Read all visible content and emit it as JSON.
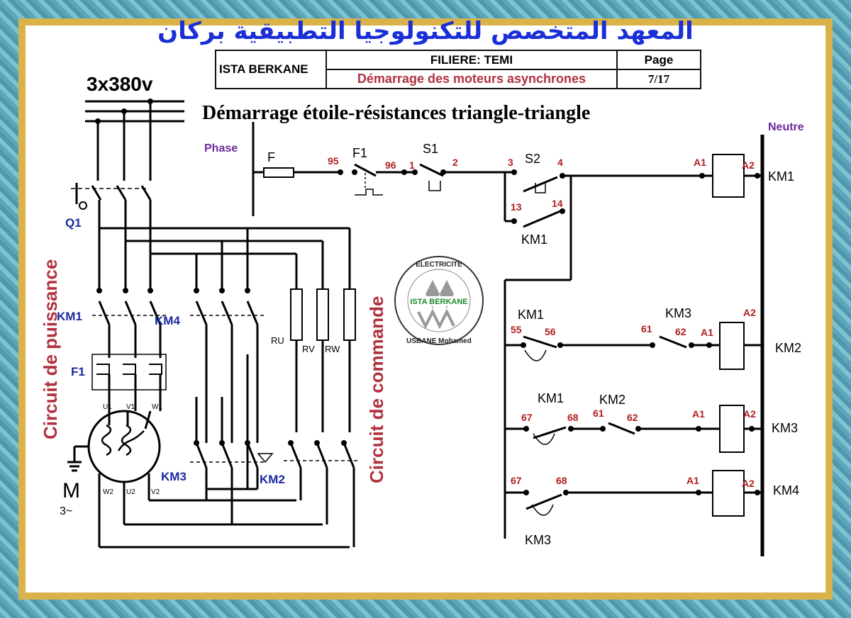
{
  "header": {
    "arabic_title": "المعهد المتخصص للتكنولوجيا التطبيقية بركان",
    "institute": "ISTA BERKANE",
    "filiere": "FILIERE: TEMI",
    "subject": "Démarrage des moteurs asynchrones",
    "page_label": "Page",
    "page_number": "7/17"
  },
  "diagram_title": "Démarrage étoile-résistances triangle-triangle",
  "supply": "3x380v",
  "phase_label": "Phase",
  "neutre_label": "Neutre",
  "power_side": {
    "section_label": "Circuit de puissance",
    "q1": "Q1",
    "km1": "KM1",
    "km4": "KM4",
    "f1": "F1",
    "km3": "KM3",
    "km2": "KM2",
    "u1": "U1",
    "v1": "V1",
    "w1": "W1",
    "w2": "W2",
    "u2": "U2",
    "v2": "V2",
    "ru": "RU",
    "rv": "RV",
    "rw": "RW",
    "motor": "M",
    "motor_sub": "3~"
  },
  "command_side": {
    "section_label": "Circuit de commande",
    "f": "F",
    "f1": "F1",
    "s1": "S1",
    "s2": "S2",
    "n95": "95",
    "n96": "96",
    "n1": "1",
    "n2": "2",
    "n3": "3",
    "n4": "4",
    "n13": "13",
    "n14": "14",
    "a1": "A1",
    "a2": "A2",
    "coil_km1": "KM1",
    "coil_km2": "KM2",
    "coil_km3": "KM3",
    "coil_km4": "KM4",
    "contact_km1_hold": "KM1",
    "r2_km1": "KM1",
    "r2_n55": "55",
    "r2_n56": "56",
    "r2_km3": "KM3",
    "r2_n61": "61",
    "r2_n62": "62",
    "r3_km1": "KM1",
    "r3_n67": "67",
    "r3_n68": "68",
    "r3_km2": "KM2",
    "r3_n61": "61",
    "r3_n62": "62",
    "r4_n67": "67",
    "r4_n68": "68",
    "r4_km3": "KM3"
  },
  "logo": {
    "ring_top": "ELECTRICITE",
    "ring_bottom": "USBANE Mohamed",
    "center": "ISTA BERKANE"
  }
}
